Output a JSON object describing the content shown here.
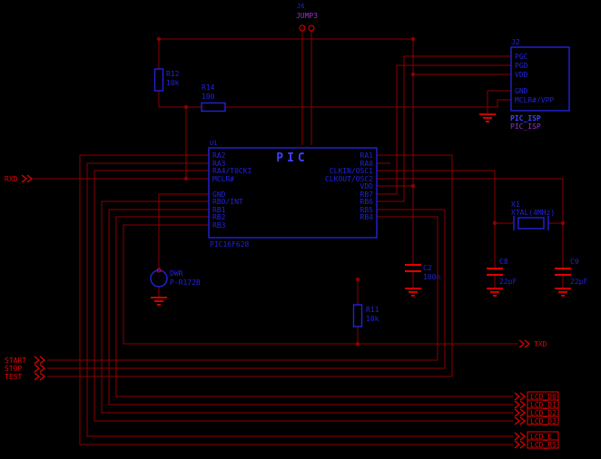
{
  "colors": {
    "background": "#000000",
    "wire": "#8b0000",
    "port": "#e60000",
    "component": "#2222dd",
    "component_bright": "#4040ff",
    "violet": "#9933cc"
  },
  "jumper": {
    "refdes": "J6",
    "value": "JUMP3"
  },
  "isp": {
    "refdes": "J2",
    "pins": [
      "PGC",
      "PGD",
      "VDD",
      "GND",
      "MCLR#/VPP"
    ],
    "label": "PIC_ISP",
    "value": "PIC_ISP"
  },
  "pic": {
    "refdes": "U1",
    "title": "PIC",
    "part": "PIC16F628",
    "left_pins": [
      "RA2",
      "RA3",
      "RA4/T0CKI",
      "MCLR#",
      "GND",
      "RB0/INT",
      "RB1",
      "RB2",
      "RB3"
    ],
    "right_pins": [
      "RA1",
      "RA0",
      "CLKIN/OSC1",
      "CLKOUT/OSC2",
      "VDD",
      "RB7",
      "RB6",
      "RB5",
      "RB4"
    ]
  },
  "resistors": {
    "r12": {
      "name": "R12",
      "value": "10k"
    },
    "r14": {
      "name": "R14",
      "value": "100"
    },
    "r11": {
      "name": "R11",
      "value": "10k"
    }
  },
  "capacitors": {
    "c2": {
      "name": "C2",
      "value": "100n"
    },
    "c8": {
      "name": "C8",
      "value": "22pF"
    },
    "c9": {
      "name": "C9",
      "value": "22pF"
    }
  },
  "crystal": {
    "name": "X1",
    "value": "XTAL(4MHz)"
  },
  "suppressor": {
    "name": "DWR",
    "value": "P-R172B"
  },
  "ports": {
    "rxd": "RXD",
    "txd": "TXD",
    "start": "START",
    "stop": "STOP",
    "test": "TEST",
    "lcd": [
      "LCD_D0",
      "LCD_D1",
      "LCD_D2",
      "LCD_D3",
      "LCD_E",
      "LCD_RS"
    ]
  }
}
